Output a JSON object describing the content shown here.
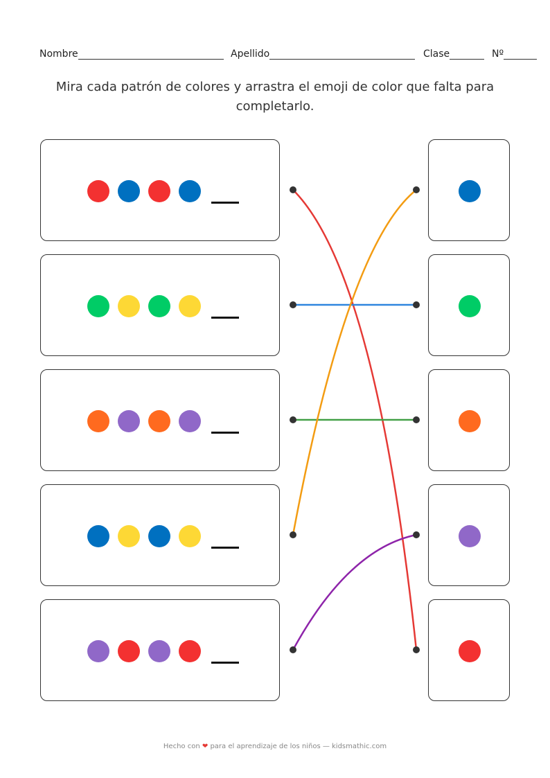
{
  "header": {
    "name_label": "Nombre",
    "surname_label": "Apellido",
    "class_label": "Clase",
    "number_label": "Nº"
  },
  "instruction": "Mira cada patrón de colores y arrastra el emoji de color que falta para completarlo.",
  "colors": {
    "red": "#f33131",
    "blue": "#0070c0",
    "green": "#00cc66",
    "yellow": "#fdd835",
    "orange": "#ff6a1f",
    "purple": "#9068c8"
  },
  "patterns": [
    [
      "red",
      "blue",
      "red",
      "blue"
    ],
    [
      "green",
      "yellow",
      "green",
      "yellow"
    ],
    [
      "orange",
      "purple",
      "orange",
      "purple"
    ],
    [
      "blue",
      "yellow",
      "blue",
      "yellow"
    ],
    [
      "purple",
      "red",
      "purple",
      "red"
    ]
  ],
  "options": [
    "blue",
    "green",
    "orange",
    "purple",
    "red"
  ],
  "connections": [
    {
      "from": 0,
      "to": 4,
      "color": "#e53935"
    },
    {
      "from": 1,
      "to": 1,
      "color": "#2e86de"
    },
    {
      "from": 2,
      "to": 2,
      "color": "#43a047"
    },
    {
      "from": 3,
      "to": 0,
      "color": "#f39c12"
    },
    {
      "from": 4,
      "to": 3,
      "color": "#8e24aa"
    }
  ],
  "footer": {
    "pre": "Hecho con",
    "heart": "❤",
    "post": "para el aprendizaje de los niños — kidsmathic.com"
  }
}
